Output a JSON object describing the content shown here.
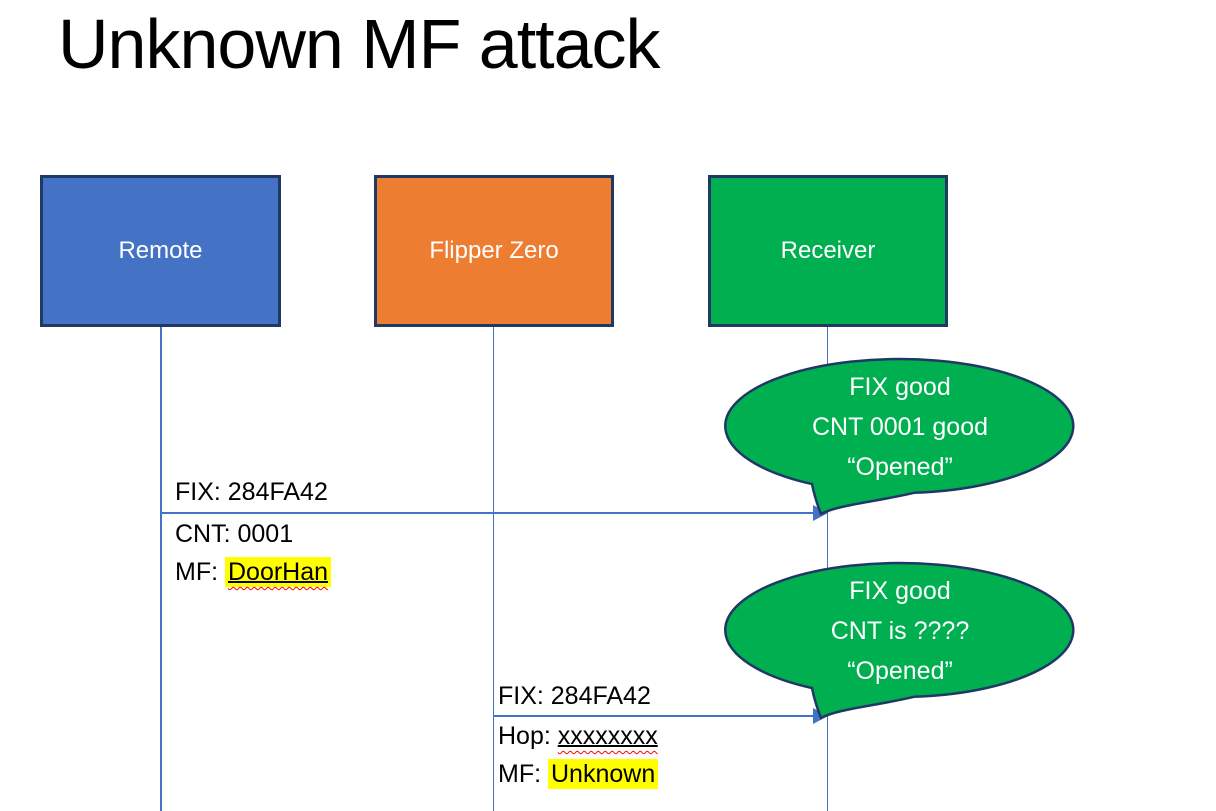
{
  "slide": {
    "title": "Unknown MF attack"
  },
  "actors": [
    {
      "label": "Remote",
      "fill": "#4472C4"
    },
    {
      "label": "Flipper Zero",
      "fill": "#ED7D31"
    },
    {
      "label": "Receiver",
      "fill": "#00B050"
    }
  ],
  "messages": [
    {
      "from": "Remote",
      "to": "Receiver",
      "line1": "FIX: 284FA42",
      "line2_prefix": "CNT: ",
      "line2_value": "0001",
      "line3_prefix": "MF: ",
      "line3_value": "DoorHan"
    },
    {
      "from": "Flipper Zero",
      "to": "Receiver",
      "line1": "FIX: 284FA42",
      "line2_prefix": "Hop: ",
      "line2_value": "xxxxxxxx",
      "line3_prefix": "MF: ",
      "line3_value": "Unknown"
    }
  ],
  "callouts": [
    {
      "line1": "FIX good",
      "line2": "CNT 0001 good",
      "line3": "“Opened”"
    },
    {
      "line1": "FIX good",
      "line2": "CNT is ????",
      "line3": "“Opened”"
    }
  ],
  "colors": {
    "actor_remote_fill": "#4472C4",
    "actor_flipper_fill": "#ED7D31",
    "actor_receiver_fill": "#00B050",
    "shape_border": "#1F3864",
    "callout_fill": "#00B050",
    "connector_blue": "#4472C4",
    "highlight_yellow": "#FFFF00",
    "spellcheck_red": "#FF0000",
    "text_on_fill": "#FFFFFF",
    "text_black": "#000000"
  }
}
